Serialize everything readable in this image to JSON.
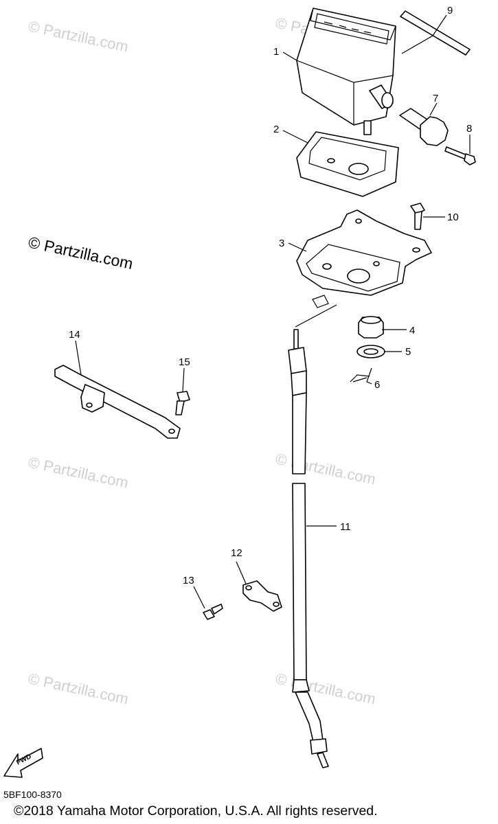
{
  "watermark": "© Partzilla.com",
  "callouts": [
    "1",
    "2",
    "3",
    "4",
    "5",
    "6",
    "7",
    "8",
    "9",
    "10",
    "11",
    "12",
    "13",
    "14",
    "15"
  ],
  "fwd_label": "FWD",
  "diagram_code": "5BF100-8370",
  "copyright": "©2018 Yamaha Motor Corporation, U.S.A. All rights reserved."
}
